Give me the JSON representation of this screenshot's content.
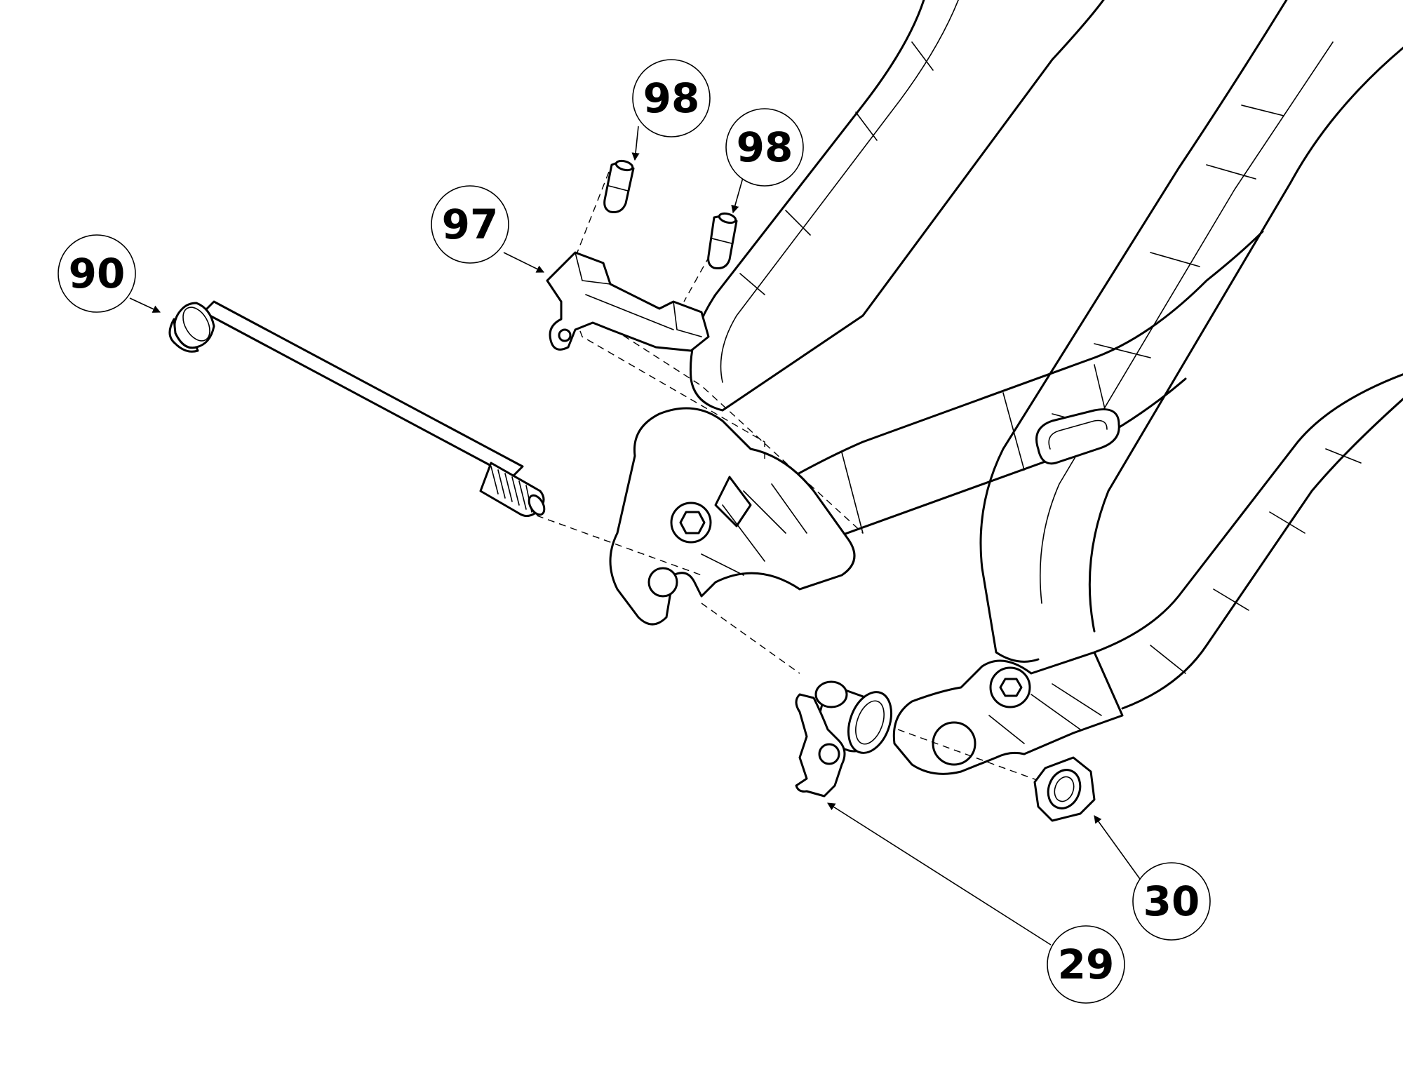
{
  "callouts": [
    {
      "id": "90",
      "label": "90"
    },
    {
      "id": "97",
      "label": "97"
    },
    {
      "id": "98a",
      "label": "98"
    },
    {
      "id": "98b",
      "label": "98"
    },
    {
      "id": "29",
      "label": "29"
    },
    {
      "id": "30",
      "label": "30"
    }
  ]
}
